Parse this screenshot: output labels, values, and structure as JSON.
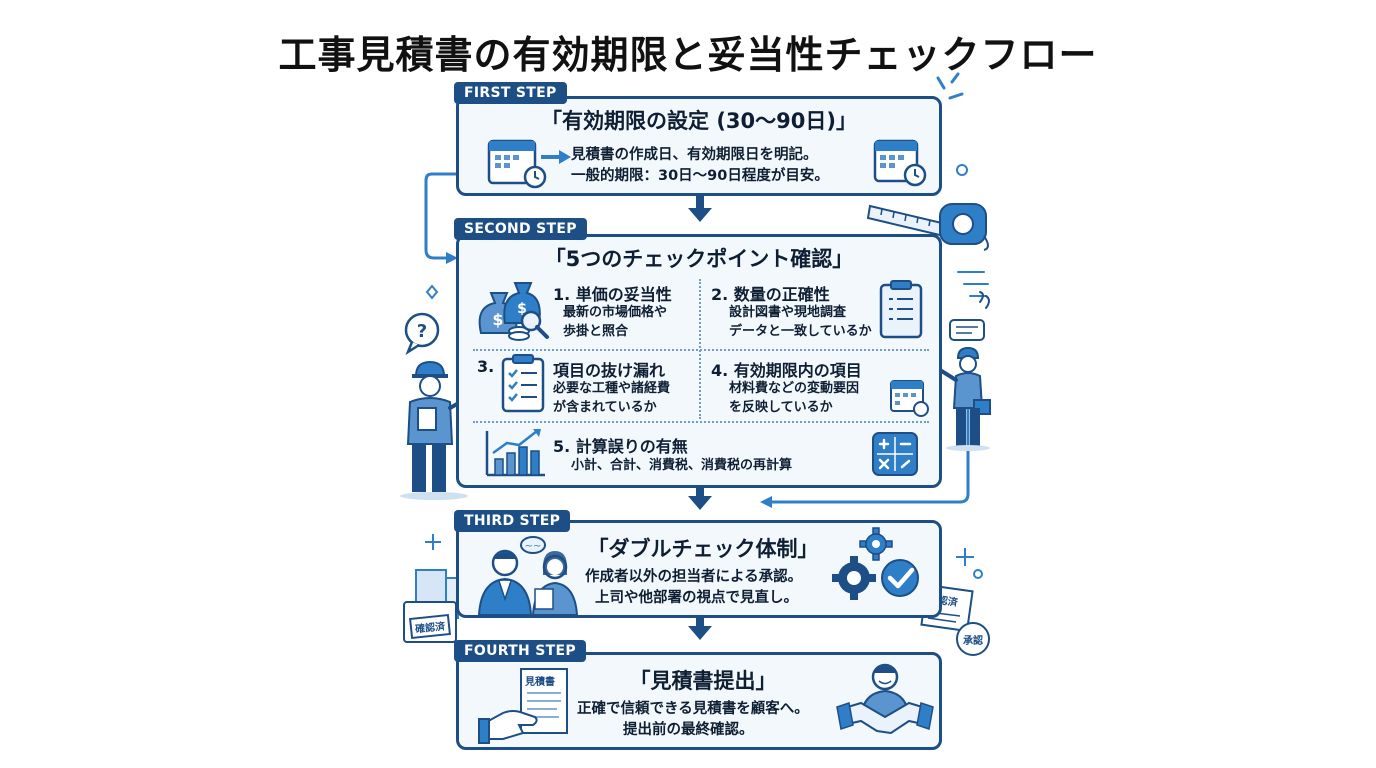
{
  "title": "工事見積書の有効期限と妥当性チェックフロー",
  "step1": {
    "tab": "FIRST STEP",
    "heading": "「有効期限の設定 (30〜90日)」",
    "lines": [
      "見積書の作成日、有効期限日を明記。",
      "一般的期限：30日〜90日程度が目安。"
    ]
  },
  "step2": {
    "tab": "SECOND STEP",
    "heading": "「5つのチェックポイント確認」",
    "items": [
      {
        "title": "1. 単価の妥当性",
        "lines": [
          "最新の市場価格や",
          "歩掛と照合"
        ]
      },
      {
        "title": "2. 数量の正確性",
        "lines": [
          "設計図書や現地調査",
          "データと一致しているか"
        ]
      },
      {
        "title": "3.",
        "title2": "項目の抜け漏れ",
        "lines": [
          "必要な工種や諸経費",
          "が含まれているか"
        ]
      },
      {
        "title": "4. 有効期限内の項目",
        "lines": [
          "材料費などの変動要因",
          "を反映しているか"
        ]
      },
      {
        "title": "5. 計算誤りの有無",
        "lines": [
          "小計、合計、消費税、消費税の再計算"
        ]
      }
    ]
  },
  "step3": {
    "tab": "THIRD STEP",
    "heading": "「ダブルチェック体制」",
    "lines": [
      "作成者以外の担当者による承認。",
      "上司や他部署の視点で見直し。"
    ]
  },
  "step4": {
    "tab": "FOURTH STEP",
    "heading": "「見積書提出」",
    "lines": [
      "正確で信頼できる見積書を顧客へ。",
      "提出前の最終確認。"
    ],
    "doc_label": "見積書"
  },
  "stamps": {
    "left": "確認済",
    "right_top": "確認済",
    "right_circle": "承認"
  },
  "colors": {
    "primary": "#1d4f86",
    "accent": "#2f7fc8",
    "light": "#f3f8fd"
  }
}
